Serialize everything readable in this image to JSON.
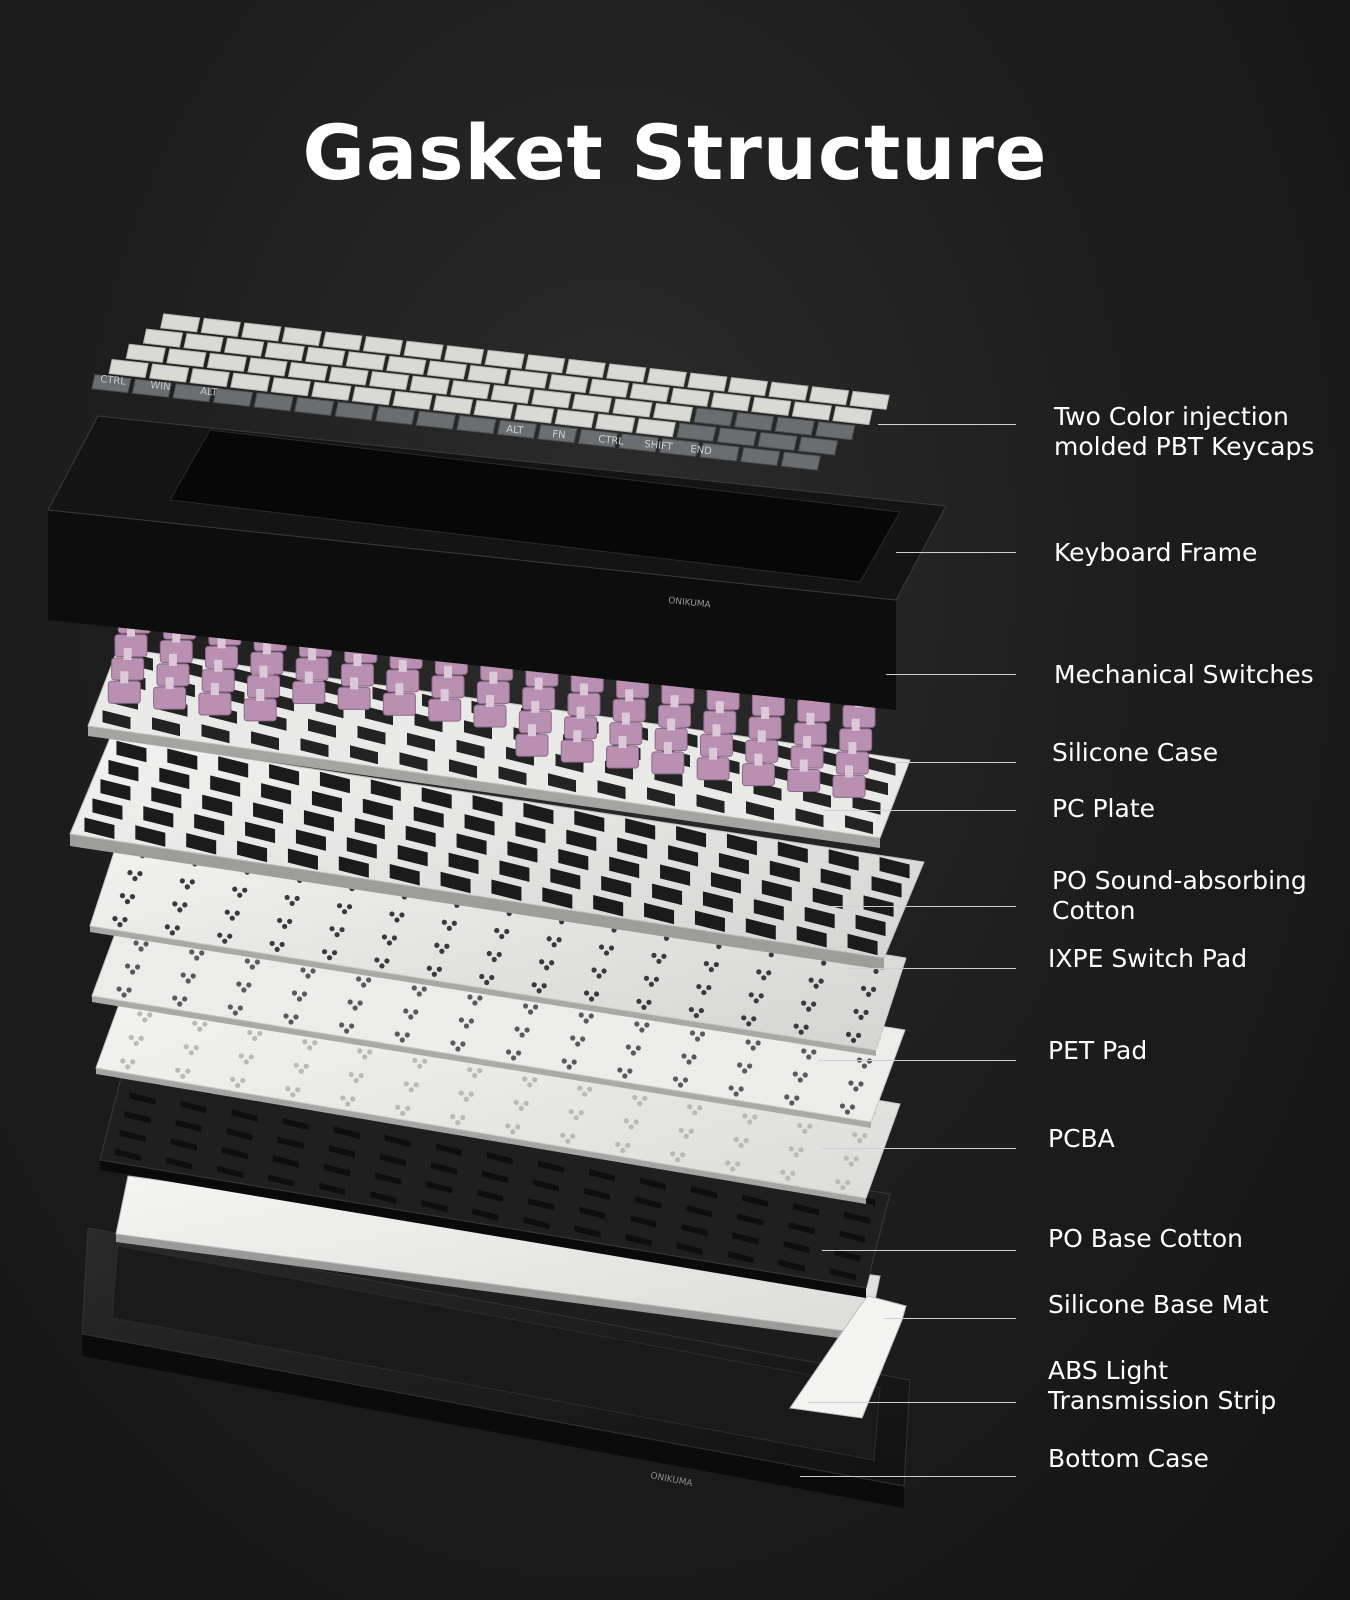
{
  "title": "Gasket Structure",
  "colors": {
    "background": "#1c1c1c",
    "keycap_light": "#d9d9d6",
    "keycap_dark": "#6b6e70",
    "switch": "#b98fb2",
    "plate": "#e6e6e4",
    "pcba": "#1e1e1e",
    "frame": "#141414"
  },
  "frame_brand": "ONIKUMA",
  "keycap_legends": {
    "left": [
      "CTRL",
      "WIN",
      "ALT"
    ],
    "right": [
      "ALT",
      "FN",
      "CTRL",
      "SHIFT",
      "END"
    ]
  },
  "layers": [
    {
      "line1": "Two Color injection",
      "line2": "molded PBT Keycaps"
    },
    {
      "line1": "Keyboard Frame",
      "line2": ""
    },
    {
      "line1": "Mechanical Switches",
      "line2": ""
    },
    {
      "line1": "Silicone Case",
      "line2": ""
    },
    {
      "line1": "PC Plate",
      "line2": ""
    },
    {
      "line1": "PO Sound-absorbing",
      "line2": "Cotton"
    },
    {
      "line1": "IXPE Switch Pad",
      "line2": ""
    },
    {
      "line1": "PET Pad",
      "line2": ""
    },
    {
      "line1": "PCBA",
      "line2": ""
    },
    {
      "line1": "PO Base Cotton",
      "line2": ""
    },
    {
      "line1": "Silicone Base Mat",
      "line2": ""
    },
    {
      "line1": "ABS Light",
      "line2": "Transmission Strip"
    },
    {
      "line1": "Bottom Case",
      "line2": ""
    }
  ]
}
